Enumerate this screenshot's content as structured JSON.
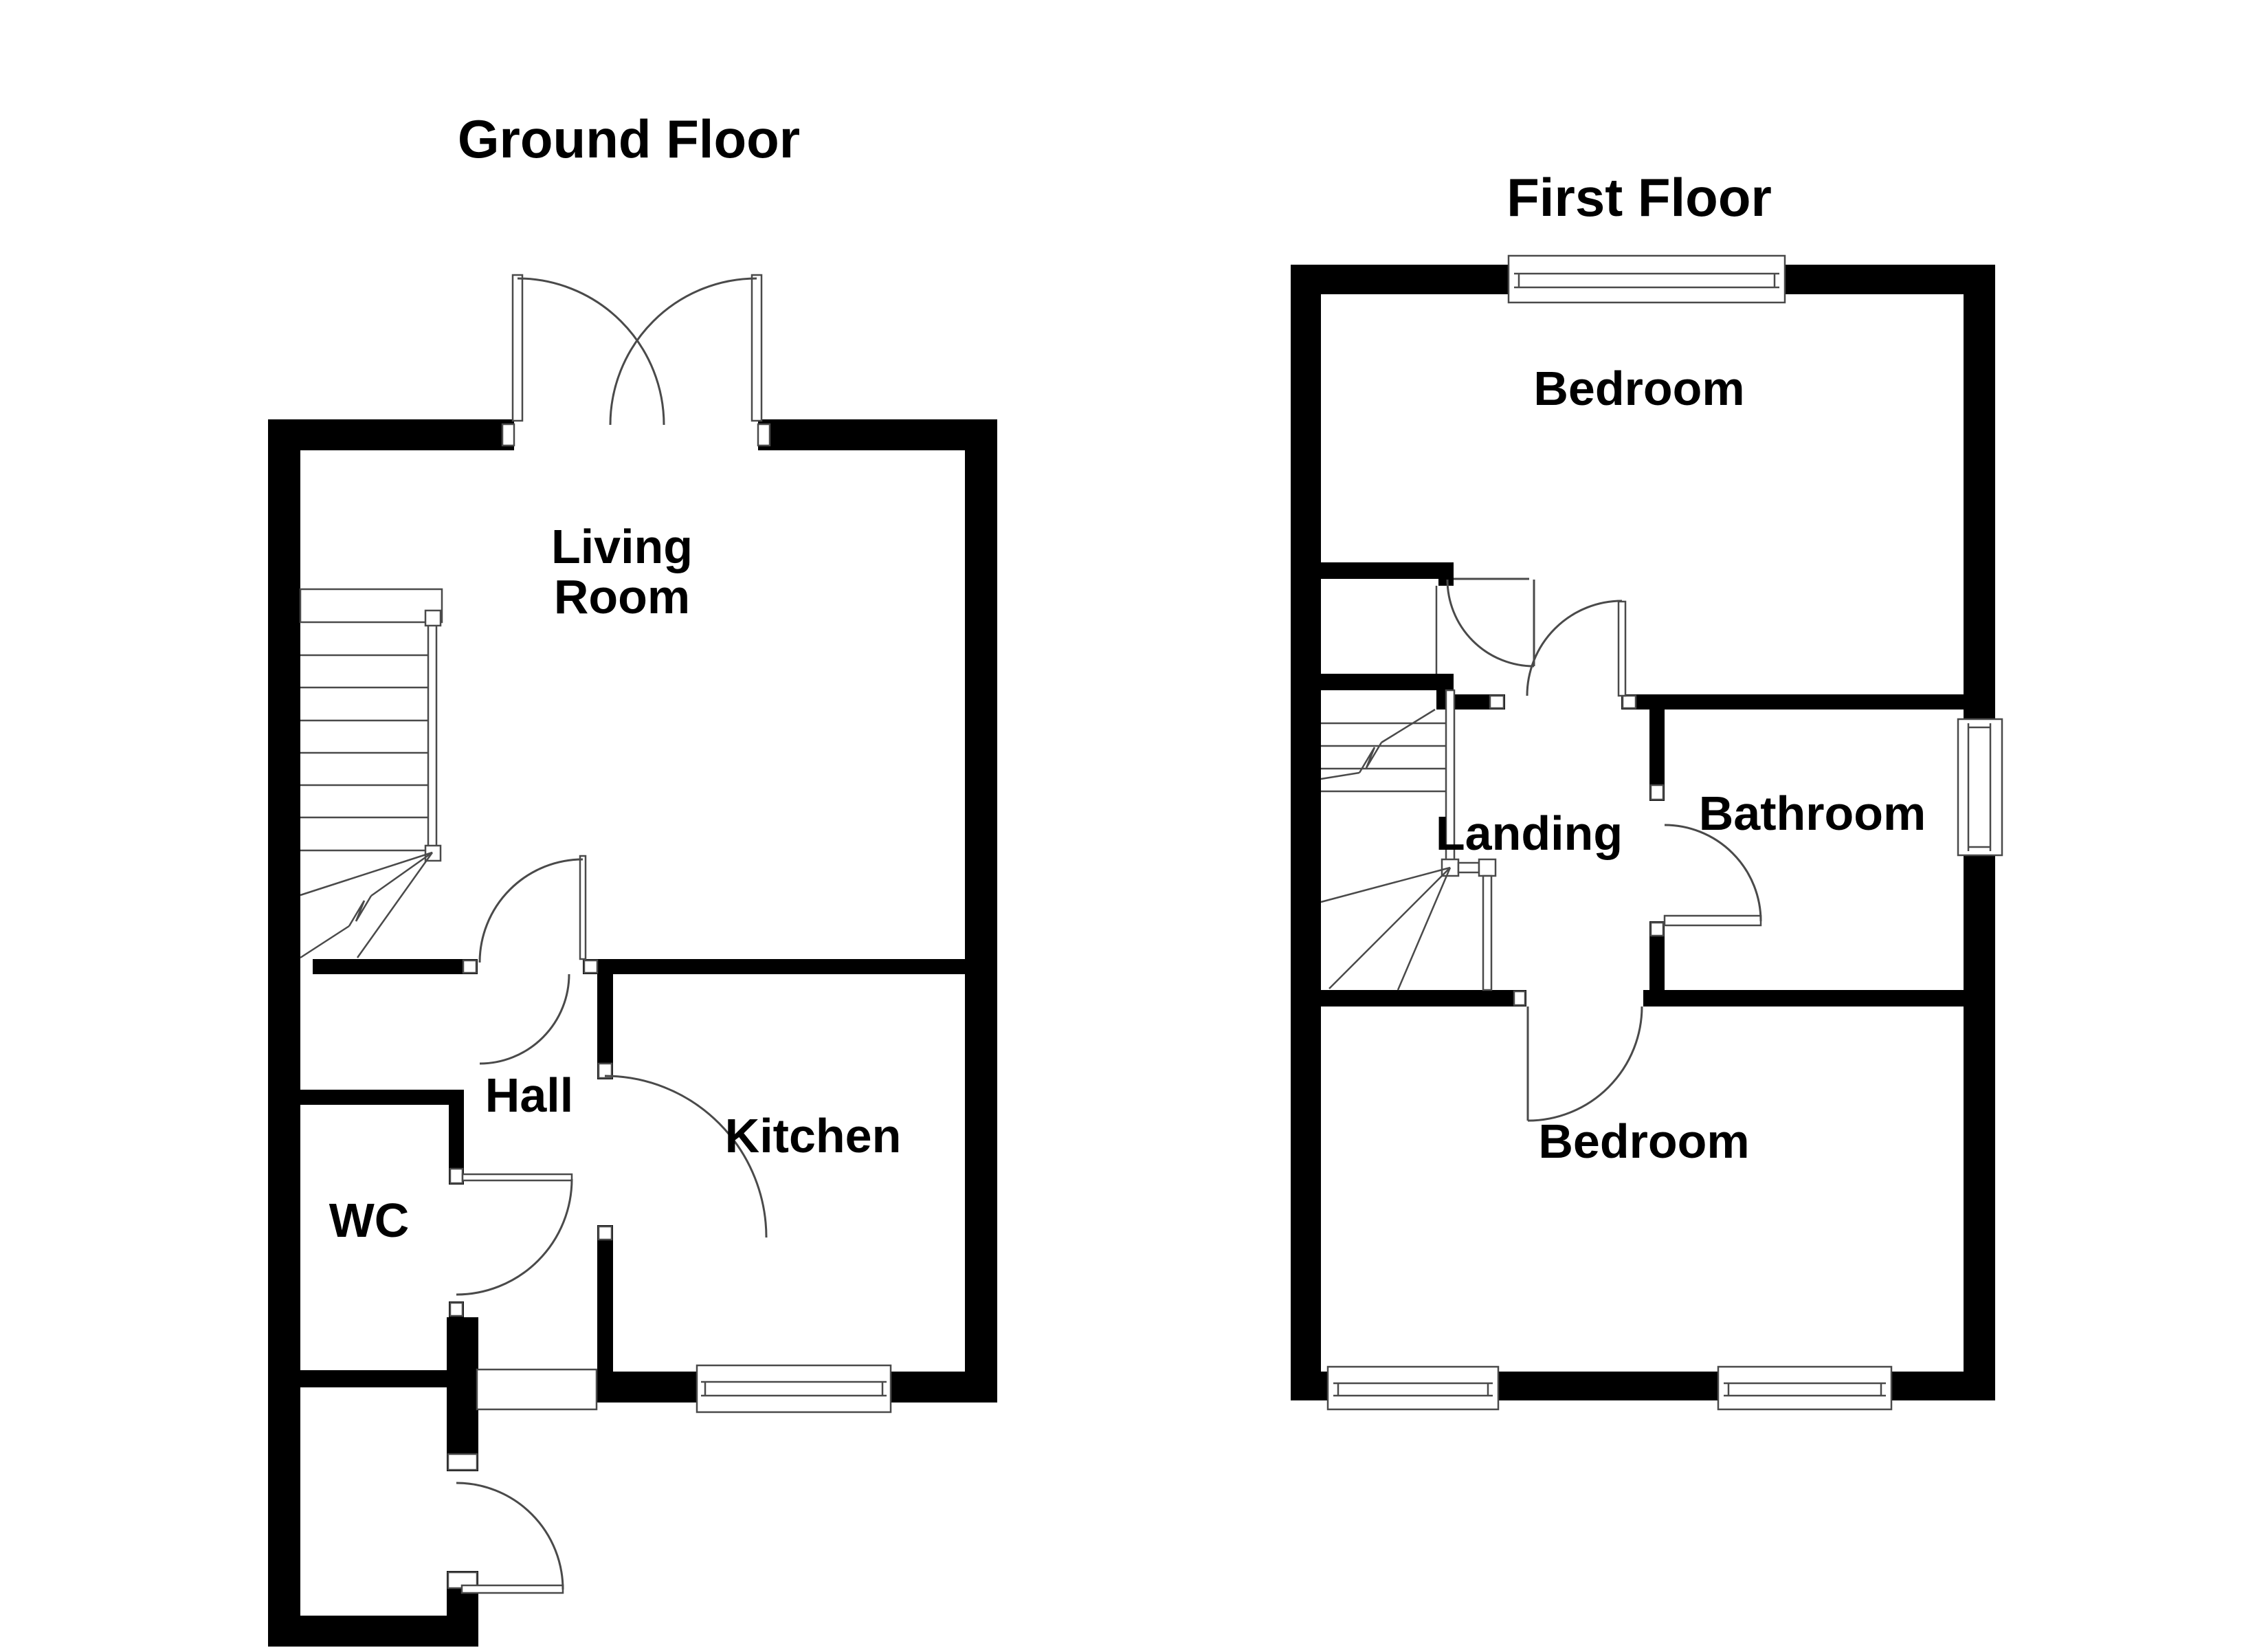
{
  "document": {
    "type": "floor-plan",
    "background_color": "#ffffff",
    "wall_color": "#000000",
    "line_color": "#4a4a4a",
    "text_color": "#000000"
  },
  "ground_floor": {
    "title": "Ground Floor",
    "rooms": {
      "living_room_line1": "Living",
      "living_room_line2": "Room",
      "hall": "Hall",
      "kitchen": "Kitchen",
      "wc": "WC"
    }
  },
  "first_floor": {
    "title": "First Floor",
    "rooms": {
      "bedroom_top": "Bedroom",
      "landing": "Landing",
      "bathroom": "Bathroom",
      "bedroom_bottom": "Bedroom"
    }
  }
}
